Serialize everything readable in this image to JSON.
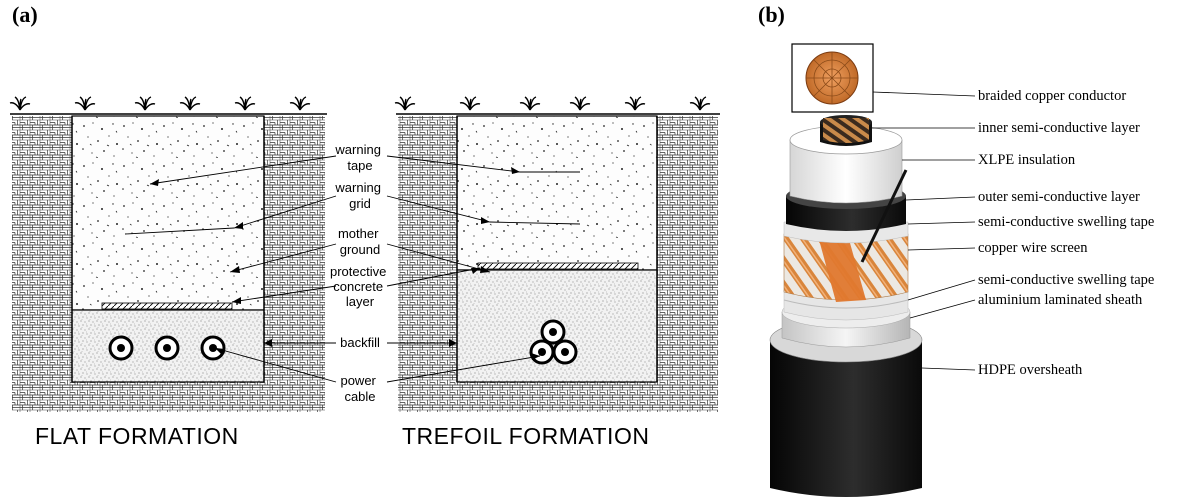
{
  "panels": {
    "a": "(a)",
    "b": "(b)"
  },
  "trench": {
    "labels": {
      "warning_tape": [
        "warning",
        "tape"
      ],
      "warning_grid": [
        "warning",
        "grid"
      ],
      "mother_ground": [
        "mother",
        "ground"
      ],
      "protective_concrete": [
        "protective",
        "concrete",
        "layer"
      ],
      "backfill": [
        "backfill"
      ],
      "power_cable": [
        "power",
        "cable"
      ]
    },
    "flat_title": "FLAT FORMATION",
    "trefoil_title": "TREFOIL FORMATION"
  },
  "cable": {
    "layers": [
      "braided copper conductor",
      "inner semi-conductive layer",
      "XLPE insulation",
      "outer semi-conductive layer",
      "semi-conductive swelling tape",
      "copper wire screen",
      "semi-conductive swelling tape",
      "aluminium laminated sheath",
      "HDPE oversheath"
    ]
  },
  "colors": {
    "copper": "#d9853b",
    "sheath": "#1a1a1a",
    "insulation": "#f4f4f4"
  }
}
